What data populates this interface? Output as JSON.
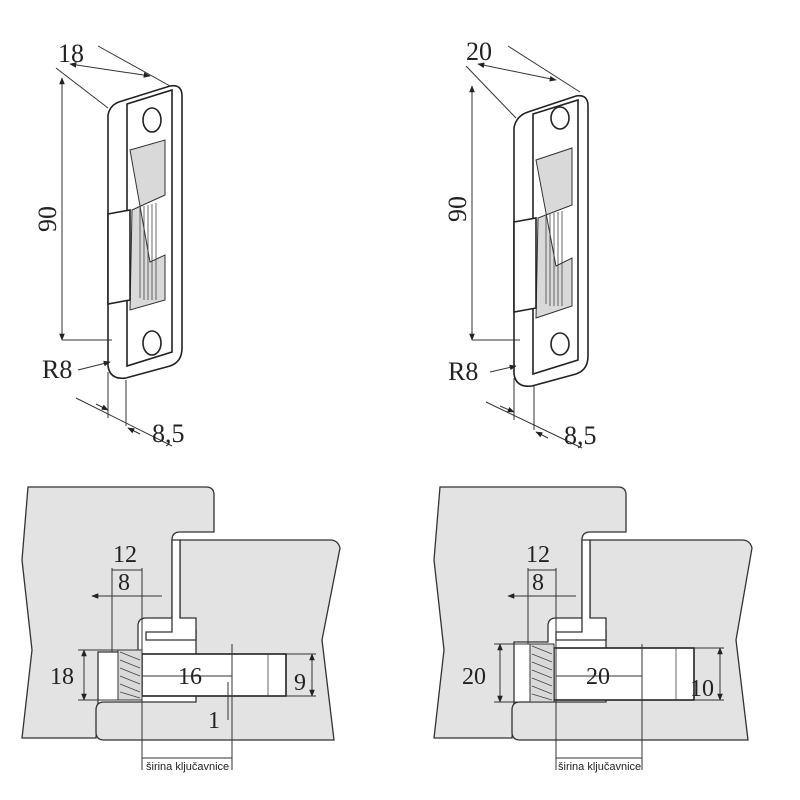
{
  "top_left": {
    "width_label": "18",
    "height_label": "90",
    "radius_label": "R8",
    "depth_label": "8,5"
  },
  "top_right": {
    "width_label": "20",
    "height_label": "90",
    "radius_label": "R8",
    "depth_label": "8,5"
  },
  "bottom_left": {
    "dim_12": "12",
    "dim_8": "8",
    "dim_height": "18",
    "dim_length": "16",
    "dim_right": "9",
    "dim_1": "1",
    "caption": "širina ključavnice"
  },
  "bottom_right": {
    "dim_12": "12",
    "dim_8": "8",
    "dim_height": "20",
    "dim_length": "20",
    "dim_right": "10",
    "caption": "širina ključavnice"
  }
}
